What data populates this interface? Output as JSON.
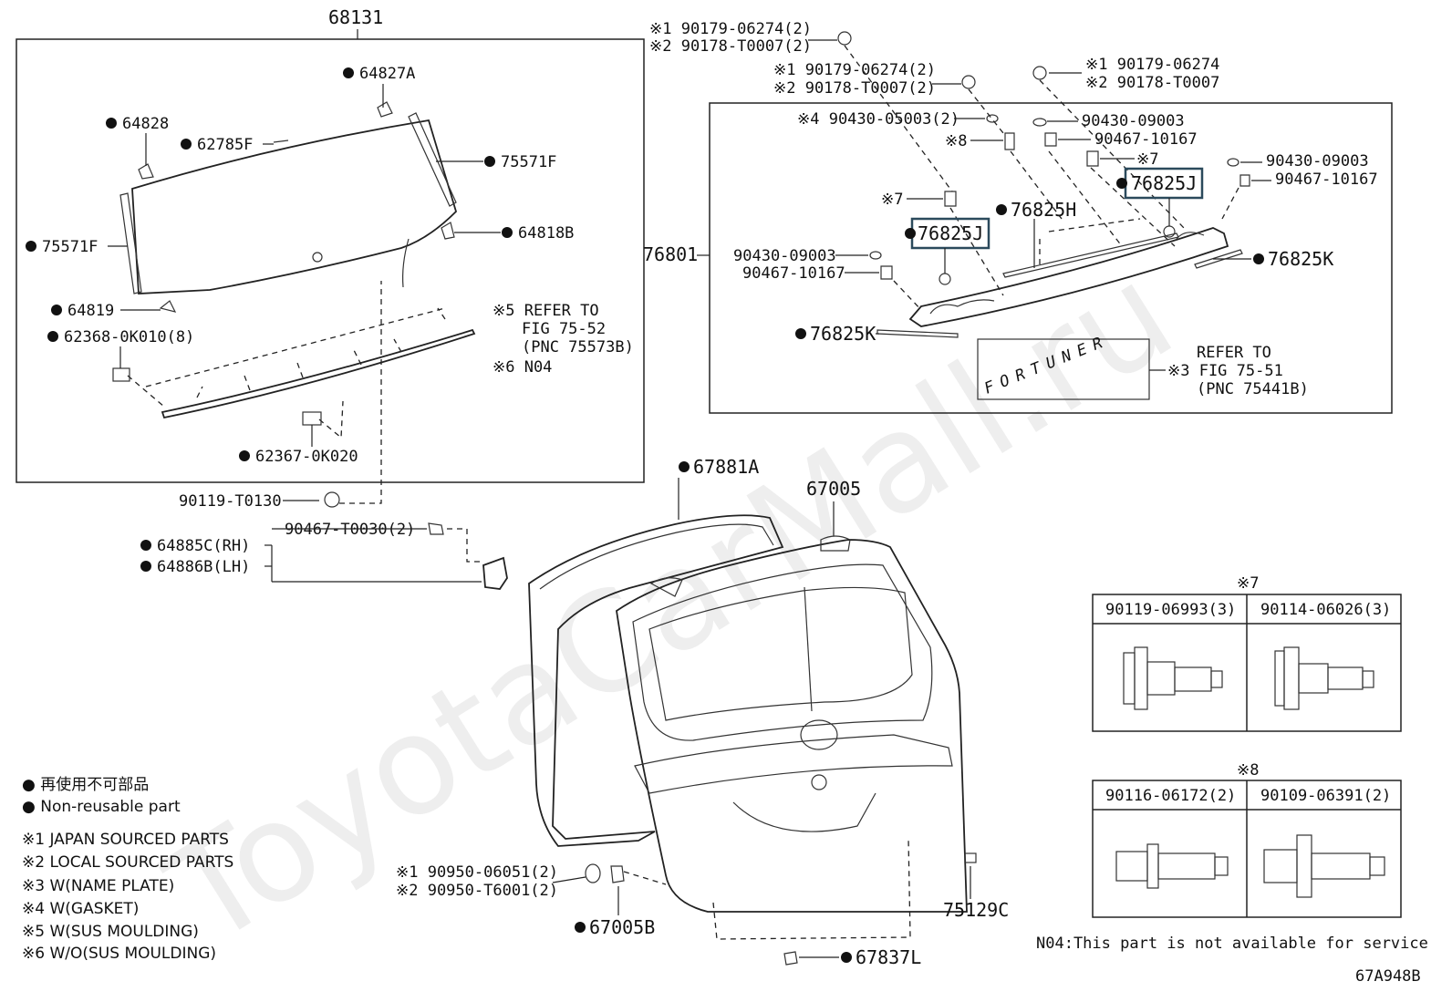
{
  "watermark": "ToyotaCarMall.ru",
  "diagram_id": "67A948B",
  "groups": {
    "glass_box": "68131",
    "moulding_box": "76801",
    "door": "67005"
  },
  "labels": {
    "p64827A": "64827A",
    "p64828": "64828",
    "p62785F": "62785F",
    "p75571F_r": "75571F",
    "p75571F_l": "75571F",
    "p64818B": "64818B",
    "p64819": "64819",
    "p62368": "62368-0K010(8)",
    "p62367": "62367-0K020",
    "ref5_line1": "※5 REFER TO",
    "ref5_line2": "FIG 75-52",
    "ref5_line3": "(PNC 75573B)",
    "ref6": "※6 N04",
    "p90119T0130": "90119-T0130",
    "p90467T0030": "90467-T0030(2)",
    "p64885C": "64885C(RH)",
    "p64886B": "64886B(LH)",
    "p67881A": "67881A",
    "p67005B": "67005B",
    "p67837L": "67837L",
    "p75129C": "75129C",
    "p90950_1": "※1 90950-06051(2)",
    "p90950_2": "※2 90950-T6001(2)",
    "top1_1": "※1 90179-06274(2)",
    "top1_2": "※2 90178-T0007(2)",
    "top2_1": "※1 90179-06274(2)",
    "top2_2": "※2 90178-T0007(2)",
    "top3_1": "※1 90179-06274",
    "top3_2": "※2 90178-T0007",
    "gasket": "※4 90430-05003(2)",
    "mark8": "※8",
    "mark7a": "※7",
    "mark7b": "※7",
    "r90430a": "90430-09003",
    "r90467a": "90467-10167",
    "r90430b": "90430-09003",
    "r90467b": "90467-10167",
    "l90430": "90430-09003",
    "l90467": "90467-10167",
    "p76825J_a": "76825J",
    "p76825J_b": "76825J",
    "p76825H": "76825H",
    "p76825K_r": "76825K",
    "p76825K_l": "76825K",
    "ref3_line1": "REFER TO",
    "ref3_line2": "※3 FIG 75-51",
    "ref3_line3": "(PNC 75441B)",
    "emblem": "FORTUNER"
  },
  "fastener_tables": [
    {
      "title": "※7",
      "cols": [
        "90119-06993(3)",
        "90114-06026(3)"
      ]
    },
    {
      "title": "※8",
      "cols": [
        "90116-06172(2)",
        "90109-06391(2)"
      ]
    }
  ],
  "legend": {
    "jp": "● 再使用不可部品",
    "en": "● Non-reusable part",
    "n1": "※1  JAPAN SOURCED PARTS",
    "n2": "※2  LOCAL SOURCED PARTS",
    "n3": "※3  W(NAME PLATE)",
    "n4": "※4  W(GASKET)",
    "n5": "※5  W(SUS MOULDING)",
    "n6": "※6  W/O(SUS MOULDING)"
  },
  "footnote": "N04:This part is not available for service"
}
